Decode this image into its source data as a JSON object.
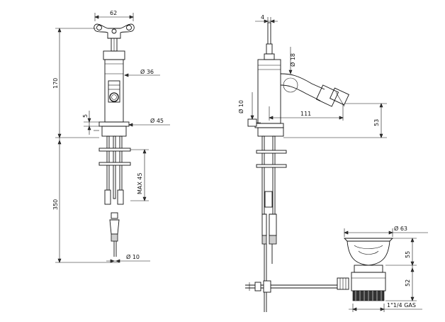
{
  "dimensions": {
    "handle_width": "62",
    "height_upper": "170",
    "height_lower": "350",
    "body_diameter": "Ø 36",
    "base_diameter": "Ø 45",
    "base_thickness": "5",
    "max_thickness": "MAX 45",
    "hose_diameter": "Ø 10",
    "lever_width": "4",
    "spout_diameter": "Ø 18",
    "inlet_diameter": "Ø 10",
    "spout_reach": "111",
    "spout_height": "53",
    "waste_diameter": "Ø 63",
    "waste_height_top": "55",
    "waste_height_bottom": "52",
    "waste_thread": "1\"1/4 GAS"
  }
}
